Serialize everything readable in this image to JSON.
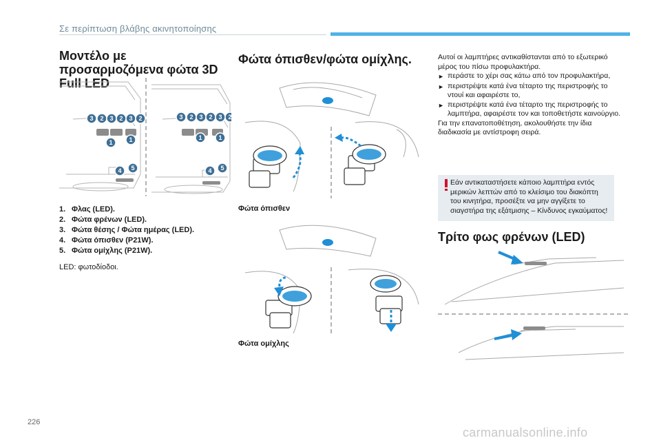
{
  "header": {
    "title": "Σε περίπτωση βλάβης ακινητοποίησης"
  },
  "section_led": {
    "title": "Μοντέλο με προσαρμοζόμενα φώτα 3D Full LED",
    "items": [
      {
        "num": "1.",
        "label": "Φλας (LED)."
      },
      {
        "num": "2.",
        "label": "Φώτα φρένων (LED)."
      },
      {
        "num": "3.",
        "label": "Φώτα θέσης / Φώτα ημέρας (LED)."
      },
      {
        "num": "4.",
        "label": "Φώτα όπισθεν (P21W)."
      },
      {
        "num": "5.",
        "label": "Φώτα ομίχλης (P21W)."
      }
    ],
    "note": "LED: φωτοδίοδοι.",
    "callouts": [
      "1",
      "2",
      "3",
      "4",
      "5"
    ]
  },
  "section_reverse": {
    "title": "Φώτα όπισθεν/φώτα ομίχλης.",
    "caption_reverse": "Φώτα όπισθεν",
    "caption_fog": "Φώτα ομίχλης"
  },
  "instructions": {
    "intro": "Αυτοί οι λαμπτήρες αντικαθίστανται από το εξωτερικό μέρος του πίσω προφυλακτήρα.",
    "bullet_symbol": "►",
    "bullets": [
      "περάστε το χέρι σας κάτω από τον προφυλακτήρα,",
      "περιστρέψτε κατά ένα τέταρτο της περιστροφής το ντουί και αφαιρέστε το,",
      "περιστρέψτε κατά ένα τέταρτο της περιστροφής το λαμπτήρα, αφαιρέστε τον και τοποθετήστε καινούργιο."
    ],
    "outro": "Για την επανατοποθέτηση, ακολουθήστε την ίδια διαδικασία με αντίστροφη σειρά."
  },
  "warning": {
    "text": "Εάν αντικαταστήσετε κάποιο λαμπτήρα εντός μερικών λεπτών από το κλείσιμο του διακόπτη του κινητήρα, προσέξτε να μην αγγίξετε το σιαγστήρα της εξάτμισης – Κίνδυνος εγκαύματος!"
  },
  "section_third": {
    "title": "Τρίτο φως φρένων (LED)"
  },
  "footer": {
    "page_number": "226",
    "watermark": "carmanualsonline.info"
  },
  "colors": {
    "accent": "#4fb3e6",
    "callout": "#3f6f95",
    "arrow": "#1f8fd6",
    "warning": "#d0112b"
  }
}
